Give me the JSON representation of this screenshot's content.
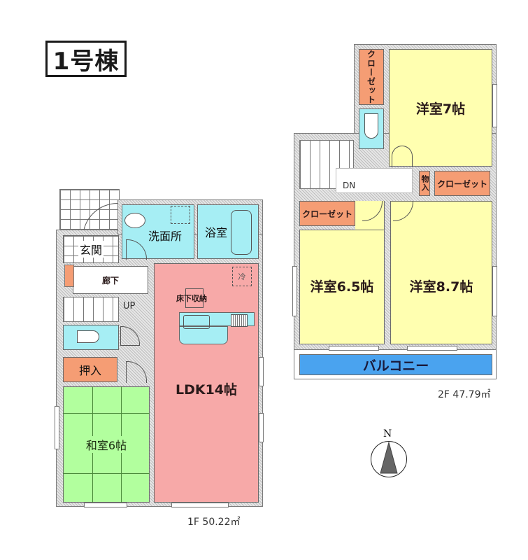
{
  "building": {
    "title": "1号棟"
  },
  "floor1": {
    "area_label": "1F 50.22㎡",
    "rooms": {
      "entrance": "玄関",
      "washroom": "洗面所",
      "bathroom": "浴室",
      "hallway": "廊下",
      "stairs_up": "UP",
      "underfloor_storage": "床下収納",
      "fridge": "冷",
      "closet": "押入",
      "ldk": "LDK14帖",
      "japanese_room": "和室6帖"
    }
  },
  "floor2": {
    "area_label": "2F 47.79㎡",
    "rooms": {
      "western_7": "洋室7帖",
      "closet_vertical": "クローゼット",
      "stairs_down": "DN",
      "storage": "物入",
      "closet_right": "クローゼット",
      "closet_left": "クローゼット",
      "western_6_5": "洋室6.5帖",
      "western_8_7": "洋室8.7帖",
      "balcony": "バルコニー"
    }
  },
  "compass": {
    "label": "N"
  },
  "colors": {
    "bedroom": "#ffffb0",
    "ldk": "#f7a9a8",
    "wet_area": "#a6eef4",
    "storage": "#f59d74",
    "tatami": "#b2ff9e",
    "balcony": "#4aa3ef"
  }
}
